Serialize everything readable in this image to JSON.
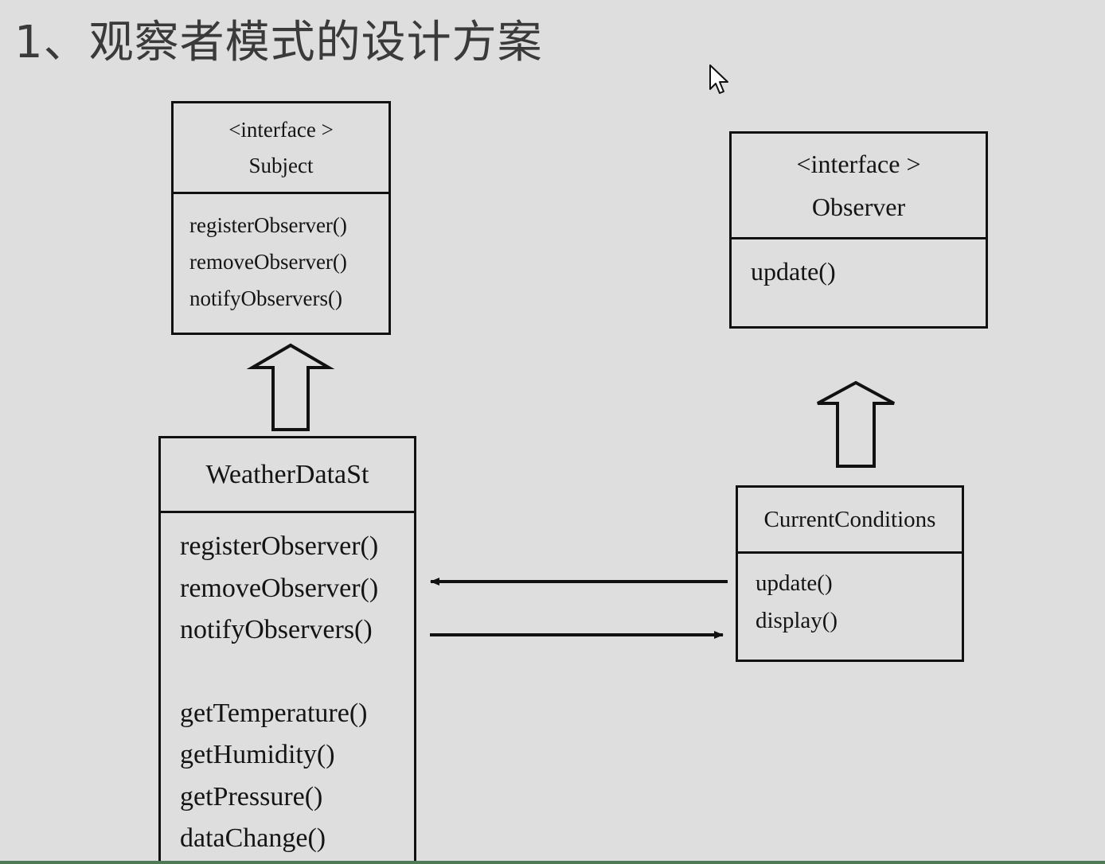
{
  "title": "1、观察者模式的设计方案",
  "diagram": {
    "subject": {
      "stereotype": "<interface >",
      "name": "Subject",
      "methods": [
        "registerObserver()",
        "removeObserver()",
        "notifyObservers()"
      ]
    },
    "observer": {
      "stereotype": "<interface >",
      "name": "Observer",
      "methods": [
        "update()"
      ]
    },
    "weather_data": {
      "name": "WeatherDataSt",
      "methods": [
        "registerObserver()",
        "removeObserver()",
        "notifyObservers()"
      ],
      "getters": [
        "getTemperature()",
        "getHumidity()",
        "getPressure()",
        "dataChange()"
      ]
    },
    "current_conditions": {
      "name": "CurrentConditions",
      "methods": [
        "update()",
        "display()"
      ]
    }
  }
}
